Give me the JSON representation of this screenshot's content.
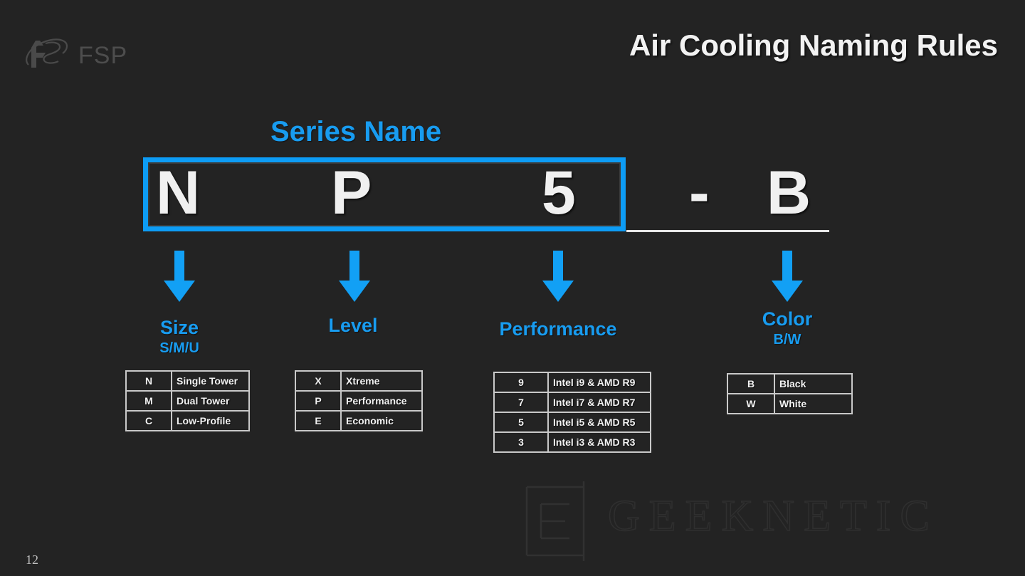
{
  "brand": {
    "logo_name": "fsp-logo",
    "logo_text": "FSP"
  },
  "header": {
    "title": "Air Cooling Naming Rules"
  },
  "accent_colors": {
    "blue": "#0d9cf5",
    "label_blue": "#189cf0",
    "text_white": "#f0f0f0",
    "background": "#232323",
    "table_border": "#c9c9c9"
  },
  "series": {
    "label": "Series Name",
    "code_chars": {
      "size": "N",
      "level": "P",
      "performance": "5",
      "dash": "-",
      "color": "B"
    }
  },
  "columns": [
    {
      "id": "size",
      "heading": "Size",
      "subheading": "S/M/U",
      "rows": [
        {
          "key": "N",
          "value": "Single Tower"
        },
        {
          "key": "M",
          "value": "Dual Tower"
        },
        {
          "key": "C",
          "value": "Low-Profile"
        }
      ]
    },
    {
      "id": "level",
      "heading": "Level",
      "subheading": "",
      "rows": [
        {
          "key": "X",
          "value": "Xtreme"
        },
        {
          "key": "P",
          "value": "Performance"
        },
        {
          "key": "E",
          "value": "Economic"
        }
      ]
    },
    {
      "id": "performance",
      "heading": "Performance",
      "subheading": "",
      "rows": [
        {
          "key": "9",
          "value": "Intel i9 & AMD R9"
        },
        {
          "key": "7",
          "value": "Intel i7 & AMD R7"
        },
        {
          "key": "5",
          "value": "Intel i5 & AMD R5"
        },
        {
          "key": "3",
          "value": "Intel i3 & AMD R3"
        }
      ]
    },
    {
      "id": "color",
      "heading": "Color",
      "subheading": "B/W",
      "rows": [
        {
          "key": "B",
          "value": "Black"
        },
        {
          "key": "W",
          "value": "White"
        }
      ]
    }
  ],
  "footer": {
    "page_number": "12"
  },
  "watermark": {
    "text": "GEEKNETIC",
    "mark_letter": "E"
  }
}
